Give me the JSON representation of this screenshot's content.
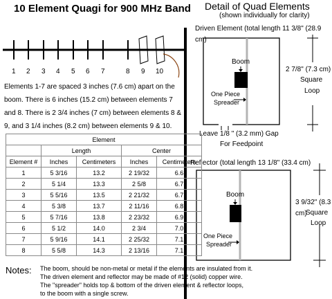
{
  "title": "10 Element Quagi for 900 MHz Band",
  "detail": {
    "title": "Detail of Quad Elements",
    "subtitle": "(shown individually for clarity)"
  },
  "element_numbers": [
    "1",
    "2",
    "3",
    "4",
    "5",
    "6",
    "7",
    "8",
    "9",
    "10"
  ],
  "spacing_text": "Elements 1-7 are spaced 3 inches (7.6 cm) apart on the boom. There is 6 inches (15.2 cm) between elements 7 and 8.  There is 2 3/4 inches (7 cm) between elements 8 & 9, and 3 1/4 inches (8.2 cm) between elements 9 & 10.",
  "driven": {
    "caption": "Driven Element (total length 11 3/8\" (28.9 cm)",
    "boom_label": "Boom",
    "spreader_label_1": "One Piece",
    "spreader_label_2": "Spreader",
    "size_1": "2 7/8\" (7.3 cm)",
    "size_2": "Square",
    "size_3": "Loop",
    "gap_1": "Leave 1/8 \" (3.2 mm) Gap",
    "gap_2": "For Feedpoint"
  },
  "reflector": {
    "caption": "Reflector (total length 13 1/8\" (33.4 cm)",
    "boom_label": "Boom",
    "spreader_label_1": "One Piece",
    "spreader_label_2": "Spreader",
    "size_1": "3 9/32\" (8.3 cm)",
    "size_2": "Square",
    "size_3": "Loop"
  },
  "table": {
    "group_header": "Element",
    "length_header": "Length",
    "center_header": "Center",
    "columns": [
      "Element #",
      "Inches",
      "Centimeters",
      "Inches",
      "Centimeters"
    ],
    "rows": [
      [
        "1",
        "5 3/16",
        "13.2",
        "2 19/32",
        "6.6"
      ],
      [
        "2",
        "5 1/4",
        "13.3",
        "2 5/8",
        "6.7"
      ],
      [
        "3",
        "5 5/16",
        "13.5",
        "2 21/32",
        "6.7"
      ],
      [
        "4",
        "5 3/8",
        "13.7",
        "2 11/16",
        "6.8"
      ],
      [
        "5",
        "5 7/16",
        "13.8",
        "2 23/32",
        "6.9"
      ],
      [
        "6",
        "5 1/2",
        "14.0",
        "2 3/4",
        "7.0"
      ],
      [
        "7",
        "5 9/16",
        "14.1",
        "2 25/32",
        "7.1"
      ],
      [
        "8",
        "5 5/8",
        "14.3",
        "2 13/16",
        "7.1"
      ]
    ]
  },
  "notes": {
    "label": "Notes:",
    "lines": [
      "The boom, should be non-metal or metal if the elements are insulated from it.",
      "The driven element and reflector may be made of #12 (solid) copper wire.",
      "The \"spreader\" holds top & bottom of the driven element & reflector loops,",
      "to the boom with a single screw."
    ]
  },
  "colors": {
    "spreader": "#b4b4b4",
    "feedline": "#8b4513",
    "ink": "#000000"
  }
}
